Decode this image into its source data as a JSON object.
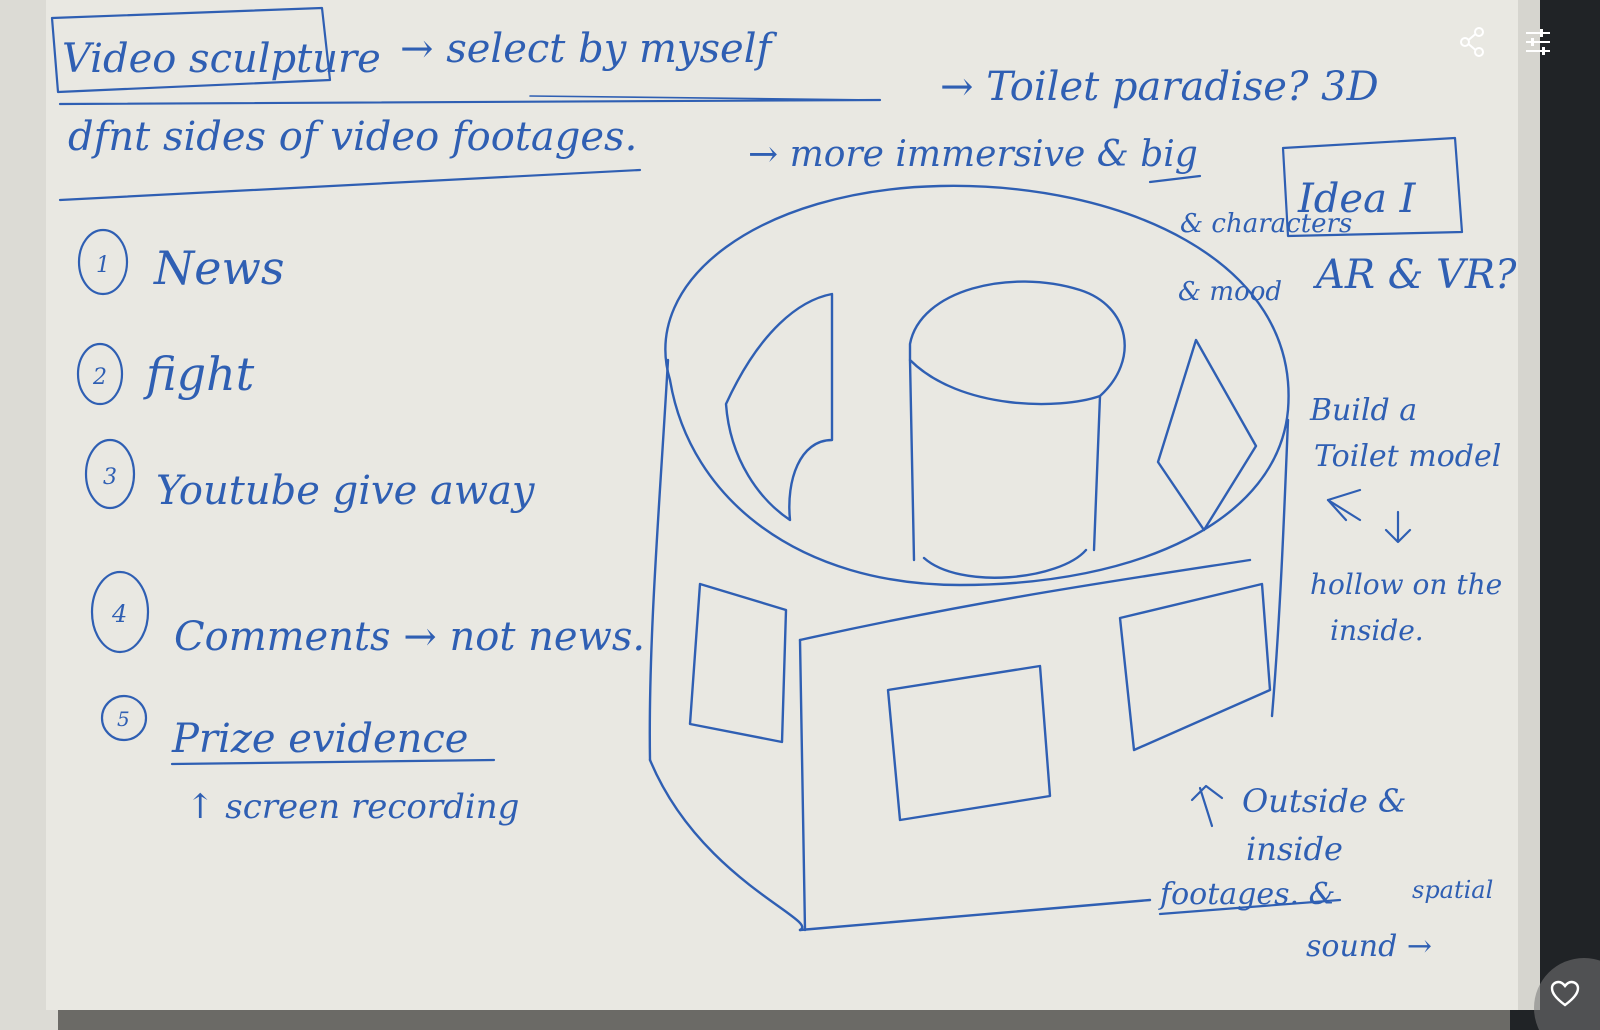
{
  "photo": {
    "subject": "Handwritten notebook page with a sketch of a cylindrical toilet-shaped installation",
    "notes": {
      "title_box": "Video sculpture",
      "line1_a": "→ select by myself",
      "line1_b": "→ Toilet paradise? 3D",
      "line2": "dfnt sides of video footages.",
      "immersive": "→ more immersive & big",
      "characters": "& characters",
      "and_mood": "& mood",
      "idea_box": "Idea I",
      "ar_vr": "AR & VR?",
      "list": [
        {
          "num": "1",
          "text": "News"
        },
        {
          "num": "2",
          "text": "fight"
        },
        {
          "num": "3",
          "text": "Youtube give away"
        },
        {
          "num": "4",
          "text": "Comments → not news."
        },
        {
          "num": "5",
          "text": "Prize evidence"
        }
      ],
      "screen_recording": "↑ screen recording",
      "build_model_1": "Build a",
      "build_model_2": "Toilet model",
      "hollow_1": "hollow on the",
      "hollow_2": "inside.",
      "outside_1": "Outside &",
      "outside_2": "inside",
      "outside_3": "footages. &",
      "spatial": "spatial",
      "sound": "sound →"
    }
  },
  "toolbar": {
    "share_icon": "share-icon",
    "filter_icon": "sliders-icon"
  },
  "favorite": {
    "icon": "heart-icon"
  },
  "colors": {
    "ink": "#2f5fb3",
    "paper": "#e9e8e2",
    "binding": "#202326"
  }
}
